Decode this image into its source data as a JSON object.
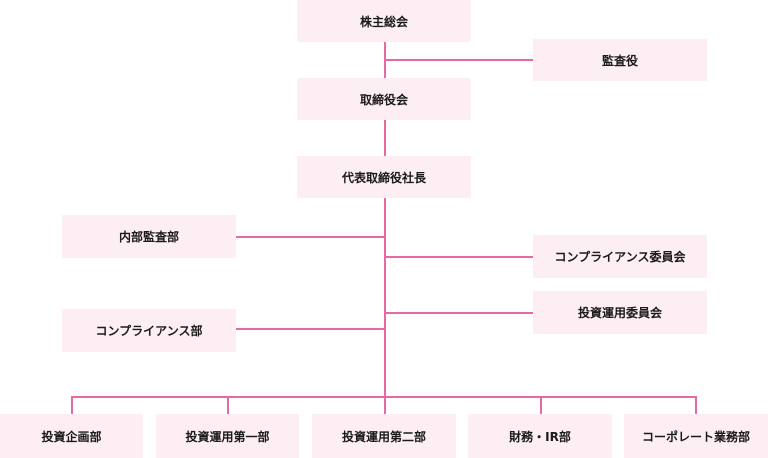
{
  "nodes": {
    "shareholders": "株主総会",
    "auditor": "監査役",
    "board": "取締役会",
    "ceo": "代表取締役社長",
    "internal_audit": "内部監査部",
    "compliance_committee": "コンプライアンス委員会",
    "investment_committee": "投資運用委員会",
    "compliance_dept": "コンプライアンス部",
    "departments": [
      "投資企画部",
      "投資運用第一部",
      "投資運用第二部",
      "財務・IR部",
      "コーポレート業務部"
    ]
  },
  "colors": {
    "box_fill": "#fdeef4",
    "connector": "#e66aa0",
    "text": "#1a1a1a"
  }
}
